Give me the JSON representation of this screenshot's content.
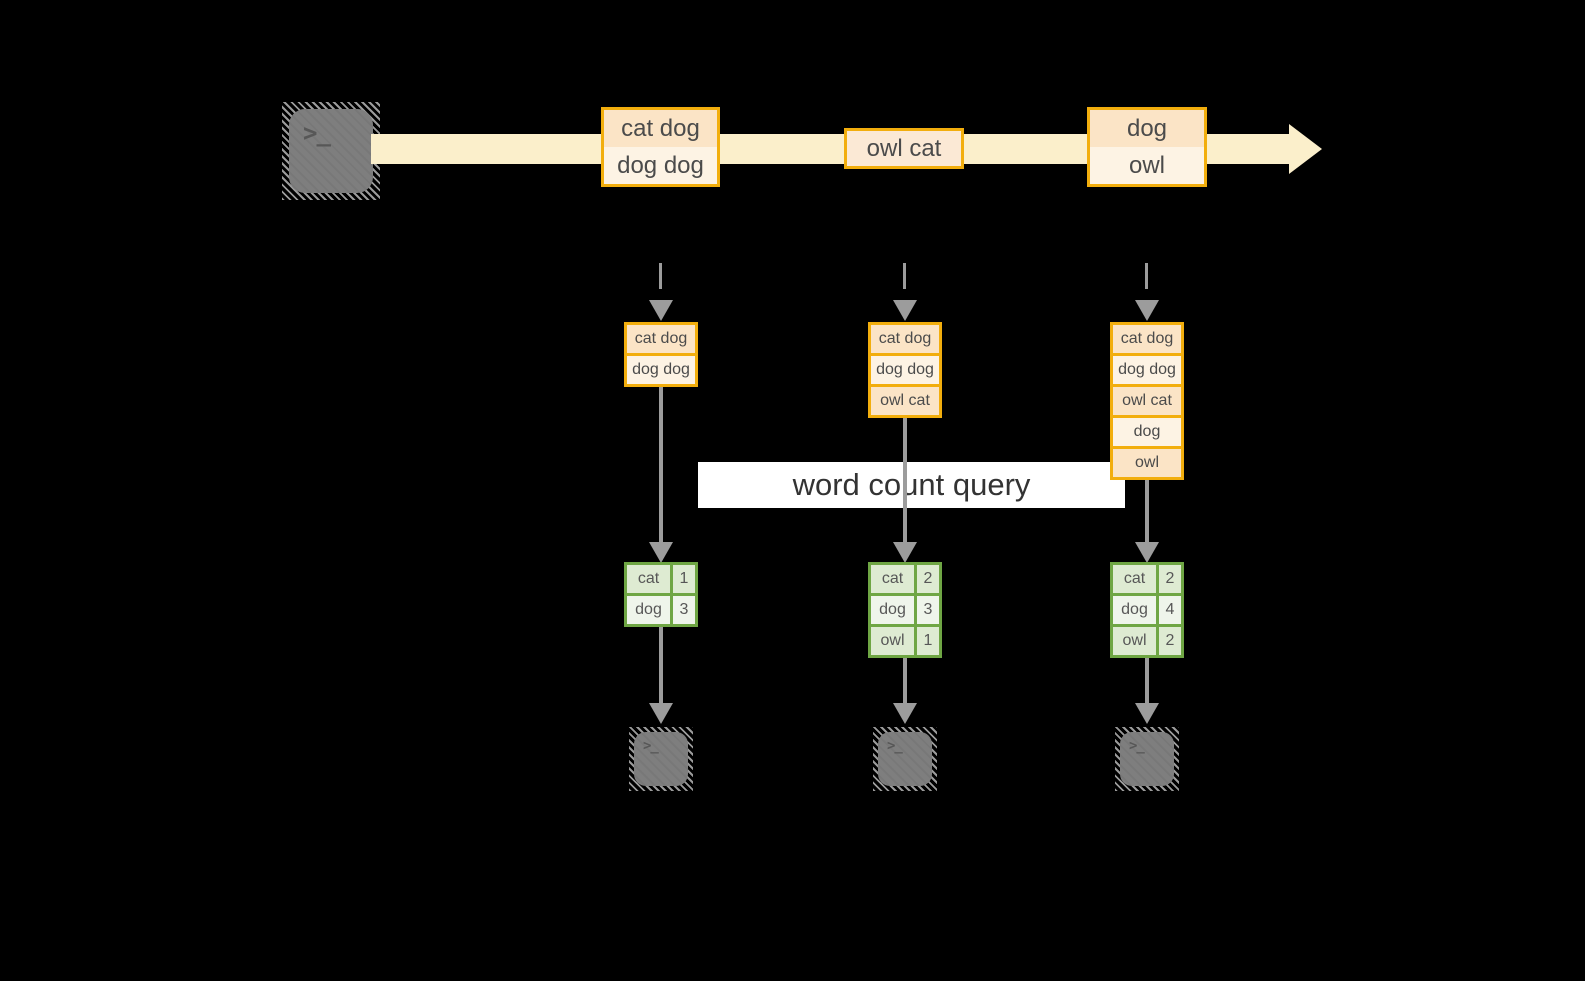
{
  "source_terminal": {
    "glyph": ">_"
  },
  "stream_events": [
    {
      "rows": [
        "cat dog",
        "dog dog"
      ]
    },
    {
      "rows": [
        "owl cat"
      ]
    },
    {
      "rows": [
        "dog",
        "owl"
      ]
    }
  ],
  "query_label": "word count query",
  "pipelines": [
    {
      "buffered_events": [
        "cat dog",
        "dog dog"
      ],
      "word_counts": [
        {
          "word": "cat",
          "count": "1"
        },
        {
          "word": "dog",
          "count": "3"
        }
      ],
      "sink_glyph": ">_"
    },
    {
      "buffered_events": [
        "cat dog",
        "dog dog",
        "owl cat"
      ],
      "word_counts": [
        {
          "word": "cat",
          "count": "2"
        },
        {
          "word": "dog",
          "count": "3"
        },
        {
          "word": "owl",
          "count": "1"
        }
      ],
      "sink_glyph": ">_"
    },
    {
      "buffered_events": [
        "cat dog",
        "dog dog",
        "owl cat",
        "dog",
        "owl"
      ],
      "word_counts": [
        {
          "word": "cat",
          "count": "2"
        },
        {
          "word": "dog",
          "count": "4"
        },
        {
          "word": "owl",
          "count": "2"
        }
      ],
      "sink_glyph": ">_"
    }
  ],
  "colors": {
    "background": "#000000",
    "stream_fill": "#FBEFCB",
    "amber_border": "#F2AE0D",
    "peach_fill": "#FBE4C6",
    "cream_fill": "#FDF3E4",
    "green_border": "#6FA644",
    "green_dark_fill": "#DEEBD2",
    "green_light_fill": "#EFF5EB",
    "connector_gray": "#9C9C9C",
    "terminal_gray": "#7E7E7E"
  }
}
